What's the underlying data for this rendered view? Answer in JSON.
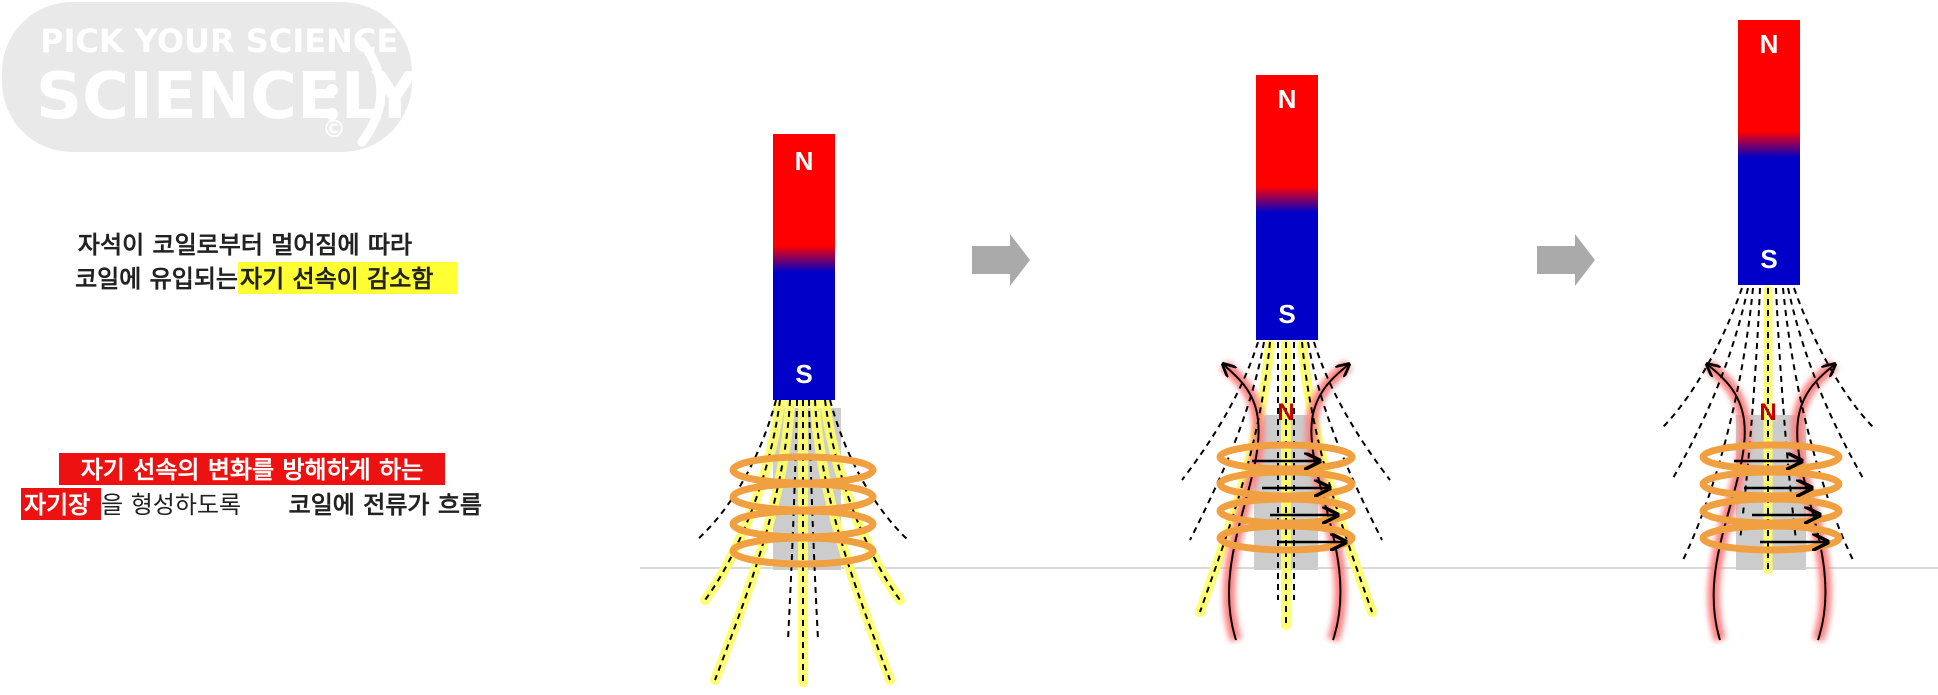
{
  "logo": {
    "tagline": "PICK YOUR SCIENCE",
    "brand": "SCIENCELY",
    "copyright": "©"
  },
  "captions": {
    "top": {
      "line1": "자석이 코일로부터 멀어짐에 따라",
      "line2_plain": "코일에 유입되는 ",
      "line2_highlight": "자기 선속이 감소함"
    },
    "bottom": {
      "line1_highlight": "자기 선속의 변화를 방해하게 하는",
      "line2_highlight": "자기장",
      "line2_plain": "을 형성하도록 ",
      "line2_bold": "코일에 전류가 흐름"
    }
  },
  "magnet": {
    "north_label": "N",
    "south_label": "S"
  },
  "induced_pole_label": "N",
  "colors": {
    "north": "#ff0000",
    "south": "#0000c8",
    "coil": "#f0a040",
    "field_glow_yellow": "#ffff66",
    "field_glow_red": "#ff8080",
    "highlight_yellow": "#ffff33",
    "highlight_red": "#ee1111",
    "arrow_gray": "#aaaaaa",
    "logo_bg": "#e9e9e9"
  }
}
